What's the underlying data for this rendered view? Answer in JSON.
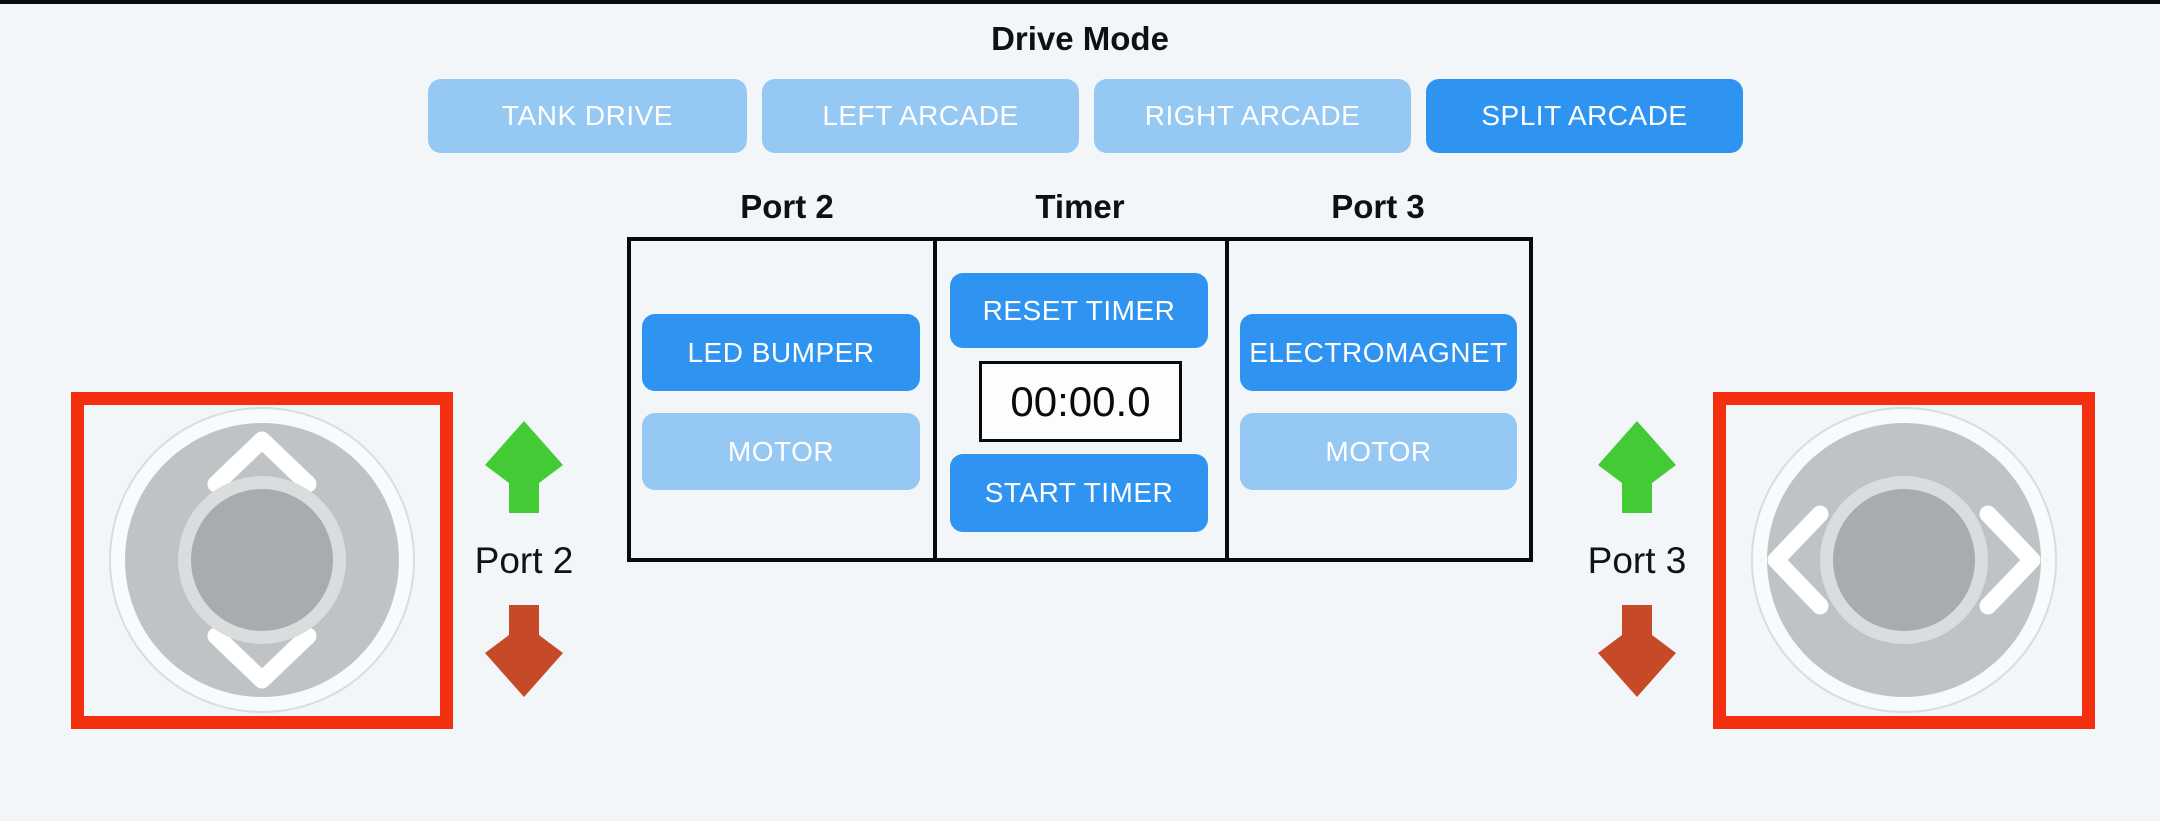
{
  "colors": {
    "background": "#F2F6F8",
    "top_border": "#0A0A0A",
    "button_active_blue": "#2F94F1",
    "button_inactive_blue": "#96C8F4",
    "button_text": "#FFFFFF",
    "panel_border": "#0A0A0A",
    "highlight_red": "#F23010",
    "arrow_green": "#43CB35",
    "arrow_red": "#C74A28",
    "joystick_pad_gray": "#BFC3C5",
    "joystick_thumb_gray": "#A8ACAE",
    "joystick_ring_gray": "#DADDDE"
  },
  "drive_mode": {
    "title": "Drive Mode",
    "selected": "SPLIT ARCADE",
    "buttons": [
      {
        "label": "TANK DRIVE",
        "state": "inactive"
      },
      {
        "label": "LEFT ARCADE",
        "state": "inactive"
      },
      {
        "label": "RIGHT ARCADE",
        "state": "inactive"
      },
      {
        "label": "SPLIT ARCADE",
        "state": "active"
      }
    ]
  },
  "device_panel": {
    "port2": {
      "header": "Port 2",
      "buttons": [
        {
          "label": "LED BUMPER",
          "state": "active"
        },
        {
          "label": "MOTOR",
          "state": "inactive"
        }
      ]
    },
    "timer": {
      "header": "Timer",
      "reset_button_label": "RESET TIMER",
      "display_value": "00:00.0",
      "start_button_label": "START TIMER"
    },
    "port3": {
      "header": "Port 3",
      "buttons": [
        {
          "label": "ELECTROMAGNET",
          "state": "active"
        },
        {
          "label": "MOTOR",
          "state": "inactive"
        }
      ]
    }
  },
  "left_controls": {
    "port_label": "Port 2",
    "up_icon": "arrow-up-icon",
    "down_icon": "arrow-down-icon",
    "joystick": {
      "axis": "vertical",
      "icons": [
        "chevron-up-icon",
        "chevron-down-icon"
      ],
      "highlighted": true
    }
  },
  "right_controls": {
    "port_label": "Port 3",
    "up_icon": "arrow-up-icon",
    "down_icon": "arrow-down-icon",
    "joystick": {
      "axis": "horizontal",
      "icons": [
        "chevron-left-icon",
        "chevron-right-icon"
      ],
      "highlighted": true
    }
  }
}
